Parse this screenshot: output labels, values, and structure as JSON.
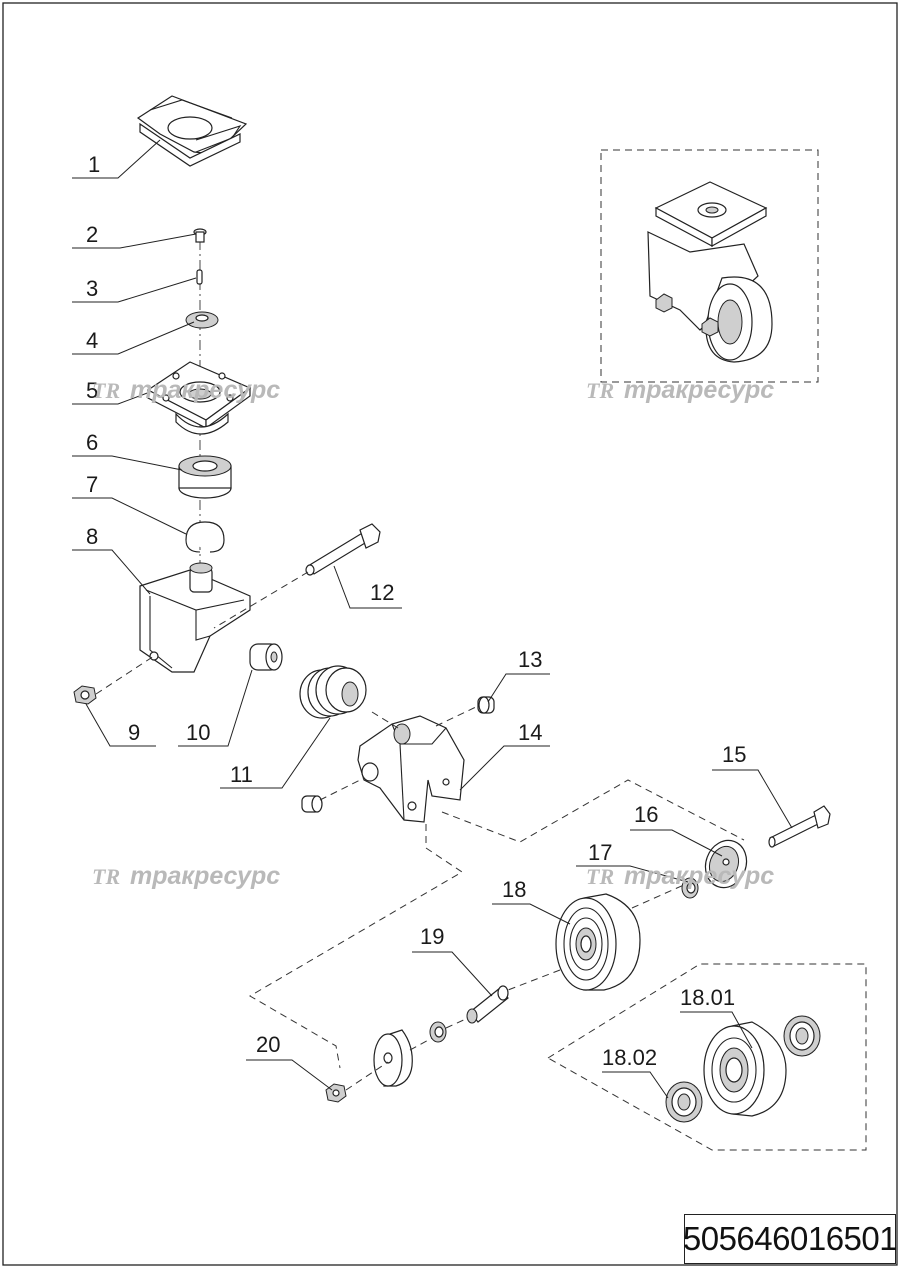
{
  "callouts": [
    {
      "id": "1",
      "text": "1"
    },
    {
      "id": "2",
      "text": "2"
    },
    {
      "id": "3",
      "text": "3"
    },
    {
      "id": "4",
      "text": "4"
    },
    {
      "id": "5",
      "text": "5"
    },
    {
      "id": "6",
      "text": "6"
    },
    {
      "id": "7",
      "text": "7"
    },
    {
      "id": "8",
      "text": "8"
    },
    {
      "id": "9",
      "text": "9"
    },
    {
      "id": "10",
      "text": "10"
    },
    {
      "id": "11",
      "text": "11"
    },
    {
      "id": "12",
      "text": "12"
    },
    {
      "id": "13",
      "text": "13"
    },
    {
      "id": "14",
      "text": "14"
    },
    {
      "id": "15",
      "text": "15"
    },
    {
      "id": "16",
      "text": "16"
    },
    {
      "id": "17",
      "text": "17"
    },
    {
      "id": "18",
      "text": "18"
    },
    {
      "id": "19",
      "text": "19"
    },
    {
      "id": "20",
      "text": "20"
    },
    {
      "id": "18.01",
      "text": "18.01"
    },
    {
      "id": "18.02",
      "text": "18.02"
    }
  ],
  "watermark": {
    "logo": "TR",
    "text": "тракресурс"
  },
  "document_number": "505646016501"
}
